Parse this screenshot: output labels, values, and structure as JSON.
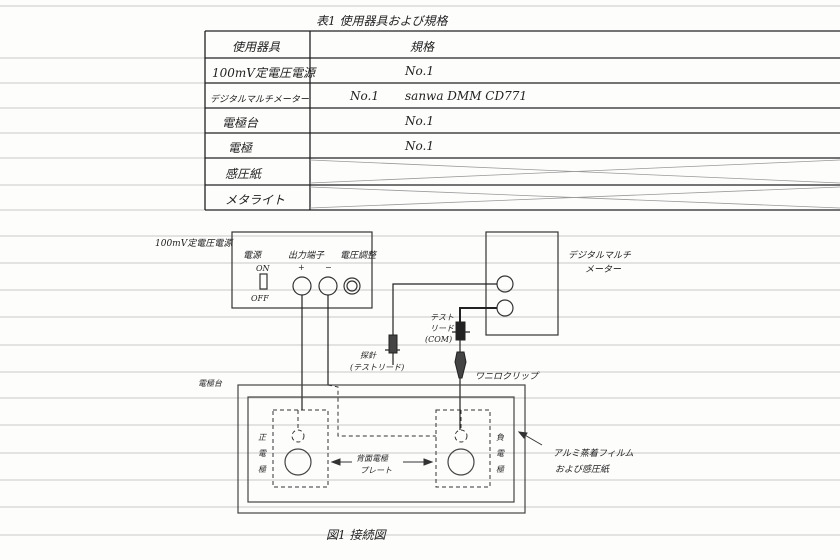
{
  "table": {
    "caption": "表1 使用器具および規格",
    "headers": [
      "使用器具",
      "規格"
    ],
    "rows": [
      {
        "item": "100mV定電圧電源",
        "spec": "No.1",
        "model": ""
      },
      {
        "item": "デジタルマルチメーター",
        "spec": "No.1",
        "model": "sanwa DMM CD771"
      },
      {
        "item": "電極台",
        "spec": "No.1",
        "model": ""
      },
      {
        "item": "電極",
        "spec": "No.1",
        "model": ""
      },
      {
        "item": "感圧紙",
        "spec": "",
        "model": ""
      },
      {
        "item": "メタライト",
        "spec": "",
        "model": ""
      }
    ]
  },
  "figure": {
    "caption": "図1 接続図",
    "power_supply_label": "100mV定電圧電源",
    "power_switch_label": "電源",
    "switch_on": "ON",
    "switch_off": "OFF",
    "output_terminal_label": "出力端子",
    "plus": "+",
    "minus": "−",
    "voltage_dial_label": "電圧調整",
    "meter_label_1": "デジタルマルチ",
    "meter_label_2": "メーター",
    "probe_label_1": "探針",
    "probe_label_2": "(テストリード)",
    "com_label_1": "テスト",
    "com_label_2": "リード",
    "com_label_3": "(COM)",
    "clip_label": "ワニロクリップ",
    "stand_label": "電極台",
    "positive_label": [
      "正",
      "電",
      "極"
    ],
    "negative_label": [
      "負",
      "電",
      "極"
    ],
    "plate_label_1": "背面電極",
    "plate_label_2": "プレート",
    "film_label_1": "アルミ蒸着フィルム",
    "film_label_2": "および感圧紙"
  }
}
